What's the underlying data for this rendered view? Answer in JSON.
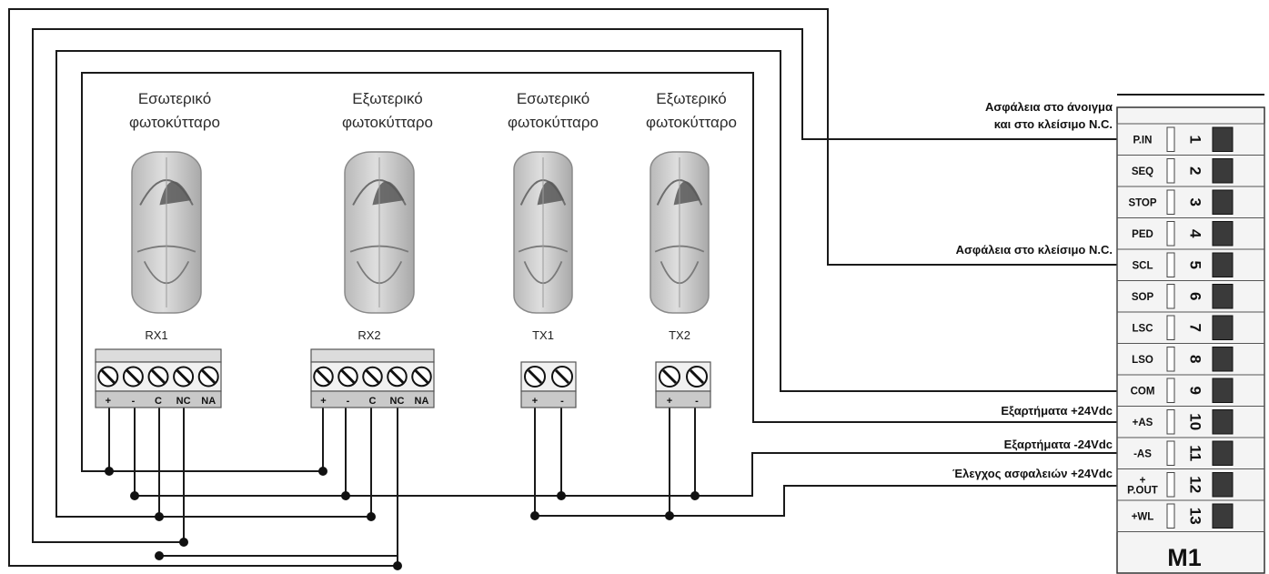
{
  "photocells": [
    {
      "line1": "Εσωτερικό",
      "line2": "φωτοκύτταρο",
      "code": "RX1",
      "terminals": [
        "+",
        "-",
        "C",
        "NC",
        "NA"
      ]
    },
    {
      "line1": "Εξωτερικό",
      "line2": "φωτοκύτταρο",
      "code": "RX2",
      "terminals": [
        "+",
        "-",
        "C",
        "NC",
        "NA"
      ]
    },
    {
      "line1": "Εσωτερικό",
      "line2": "φωτοκύτταρο",
      "code": "TX1",
      "terminals": [
        "+",
        "-"
      ]
    },
    {
      "line1": "Εξωτερικό",
      "line2": "φωτοκύτταρο",
      "code": "TX2",
      "terminals": [
        "+",
        "-"
      ]
    }
  ],
  "annotations": {
    "safety_open_close": [
      "Ασφάλεια στο άνοιγμα",
      "και στο κλείσιμο N.C."
    ],
    "safety_close": "Ασφάλεια στο κλείσιμο N.C.",
    "accessories_pos": "Εξαρτήματα +24Vdc",
    "accessories_neg": "Εξαρτήματα -24Vdc",
    "safety_test": "Έλεγχος ασφαλειών +24Vdc"
  },
  "terminal_block": {
    "title": "M1",
    "rows": [
      {
        "label": "P.IN",
        "num": "1"
      },
      {
        "label": "SEQ",
        "num": "2"
      },
      {
        "label": "STOP",
        "num": "3"
      },
      {
        "label": "PED",
        "num": "4"
      },
      {
        "label": "SCL",
        "num": "5"
      },
      {
        "label": "SOP",
        "num": "6"
      },
      {
        "label": "LSC",
        "num": "7"
      },
      {
        "label": "LSO",
        "num": "8"
      },
      {
        "label": "COM",
        "num": "9"
      },
      {
        "label": "+AS",
        "num": "10"
      },
      {
        "label": "-AS",
        "num": "11"
      },
      {
        "label": "+\nP.OUT",
        "num": "12"
      },
      {
        "label": "+WL",
        "num": "13"
      }
    ]
  }
}
